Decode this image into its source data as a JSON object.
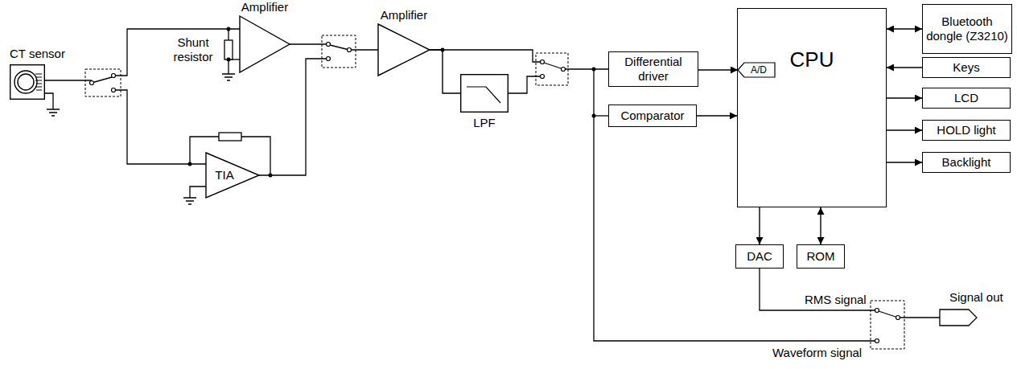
{
  "diagram": {
    "nodes": [
      {
        "text": [
          "CT sensor"
        ]
      },
      {
        "text": [
          "Amplifier"
        ]
      },
      {
        "text": [
          "TIA"
        ]
      },
      {
        "text": [
          "Amplifier"
        ]
      },
      {
        "text": [
          "LPF"
        ]
      },
      {
        "text": [
          "Differential driver"
        ]
      },
      {
        "text": [
          "Comparator"
        ]
      },
      {
        "text": [
          "CPU"
        ]
      },
      {
        "text": [
          "A/D"
        ],
        "in": 7
      },
      {
        "text": [
          "Bluetooth dongle (Z3210)"
        ]
      },
      {
        "text": [
          "Keys"
        ]
      },
      {
        "text": [
          "LCD"
        ]
      },
      {
        "text": [
          "HOLD light"
        ]
      },
      {
        "text": [
          "Backlight"
        ]
      },
      {
        "text": [
          "DAC"
        ]
      },
      {
        "text": [
          "ROM"
        ]
      },
      {
        "text": [
          "Signal out"
        ]
      }
    ],
    "edges": [
      {
        "from": 3,
        "to": 4,
        "arrow": "none"
      },
      {
        "from": 5,
        "to": 8,
        "arrow": "to"
      },
      {
        "from": 6,
        "to": 7,
        "arrow": "to"
      },
      {
        "from": 7,
        "to": 9,
        "arrow": "both"
      },
      {
        "from": 10,
        "to": 7,
        "arrow": "to"
      },
      {
        "from": 7,
        "to": 11,
        "arrow": "to"
      },
      {
        "from": 7,
        "to": 12,
        "arrow": "to"
      },
      {
        "from": 7,
        "to": 13,
        "arrow": "to"
      },
      {
        "from": 7,
        "to": 14,
        "arrow": "to"
      },
      {
        "from": 7,
        "to": 15,
        "arrow": "both"
      }
    ],
    "labels": [
      "Shunt resistor",
      "RMS signal",
      "Waveform signal"
    ]
  }
}
